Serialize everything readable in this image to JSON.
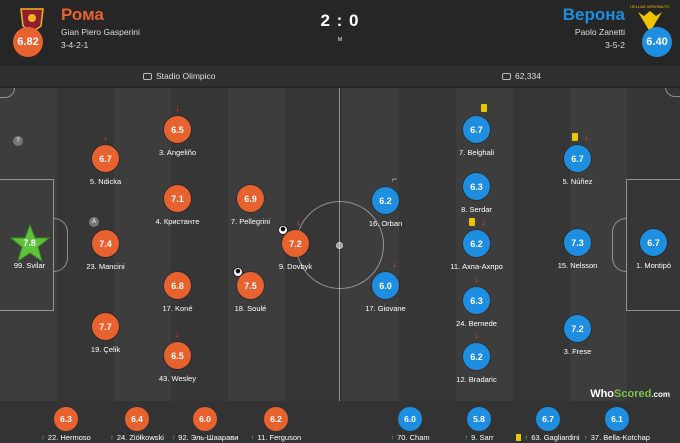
{
  "home": {
    "name": "Рома",
    "coach": "Gian Piero Gasperini",
    "formation": "3-4-2-1",
    "rating": "6.82",
    "color": "#e8622f"
  },
  "away": {
    "name": "Верона",
    "coach": "Paolo Zanetti",
    "formation": "3-5-2",
    "rating": "6.40",
    "color": "#1e8ee0",
    "crest_text": "HELLAS VERONA FC"
  },
  "score": "2 : 0",
  "status": "м",
  "info": {
    "stadium": "Stadio Olimpico",
    "attendance": "62,334"
  },
  "home_players": [
    {
      "name": "99. Svilar",
      "rating": "7.8",
      "motm": true
    },
    {
      "name": "5. Ndicka",
      "rating": "6.7"
    },
    {
      "name": "23. Mancini",
      "rating": "7.4"
    },
    {
      "name": "19. Çelik",
      "rating": "7.7"
    },
    {
      "name": "3. Angeliño",
      "rating": "6.5"
    },
    {
      "name": "4. Кристанте",
      "rating": "7.1"
    },
    {
      "name": "17. Koné",
      "rating": "6.8"
    },
    {
      "name": "43. Wesley",
      "rating": "6.5"
    },
    {
      "name": "7. Pellegrini",
      "rating": "6.9"
    },
    {
      "name": "18. Soulé",
      "rating": "7.5"
    },
    {
      "name": "9. Dovbyk",
      "rating": "7.2"
    }
  ],
  "away_players": [
    {
      "name": "1. Montipò",
      "rating": "6.7"
    },
    {
      "name": "5. Núñez",
      "rating": "6.7"
    },
    {
      "name": "15. Nelsson",
      "rating": "7.3"
    },
    {
      "name": "3. Frese",
      "rating": "7.2"
    },
    {
      "name": "7. Belghali",
      "rating": "6.7"
    },
    {
      "name": "8. Serdar",
      "rating": "6.3"
    },
    {
      "name": "11. Ахпа-Ахпро",
      "rating": "6.2"
    },
    {
      "name": "24. Bernede",
      "rating": "6.3"
    },
    {
      "name": "12. Bradaric",
      "rating": "6.2"
    },
    {
      "name": "16. Orban",
      "rating": "6.2"
    },
    {
      "name": "17. Giovane",
      "rating": "6.0"
    }
  ],
  "home_subs": [
    {
      "name": "22. Hermoso",
      "rating": "6.3"
    },
    {
      "name": "24. Ziółkowski",
      "rating": "6.4"
    },
    {
      "name": "92. Эль-Шаарави",
      "rating": "6.0"
    },
    {
      "name": "11. Ferguson",
      "rating": "6.2"
    }
  ],
  "away_subs": [
    {
      "name": "70. Cham",
      "rating": "6.0"
    },
    {
      "name": "9. Sarr",
      "rating": "5.8"
    },
    {
      "name": "63. Gagliardini",
      "rating": "6.7"
    },
    {
      "name": "37. Bella-Kotchap",
      "rating": "6.1"
    }
  ],
  "watermark": {
    "who": "Who",
    "scored": "Scored",
    "dotcom": ".com"
  },
  "icons": {
    "substitution": "arrow-down-icon",
    "yellow_card": "yellow-card-icon",
    "goal": "ball-icon",
    "stadium": "stadium-icon",
    "attendance": "crowd-icon"
  }
}
